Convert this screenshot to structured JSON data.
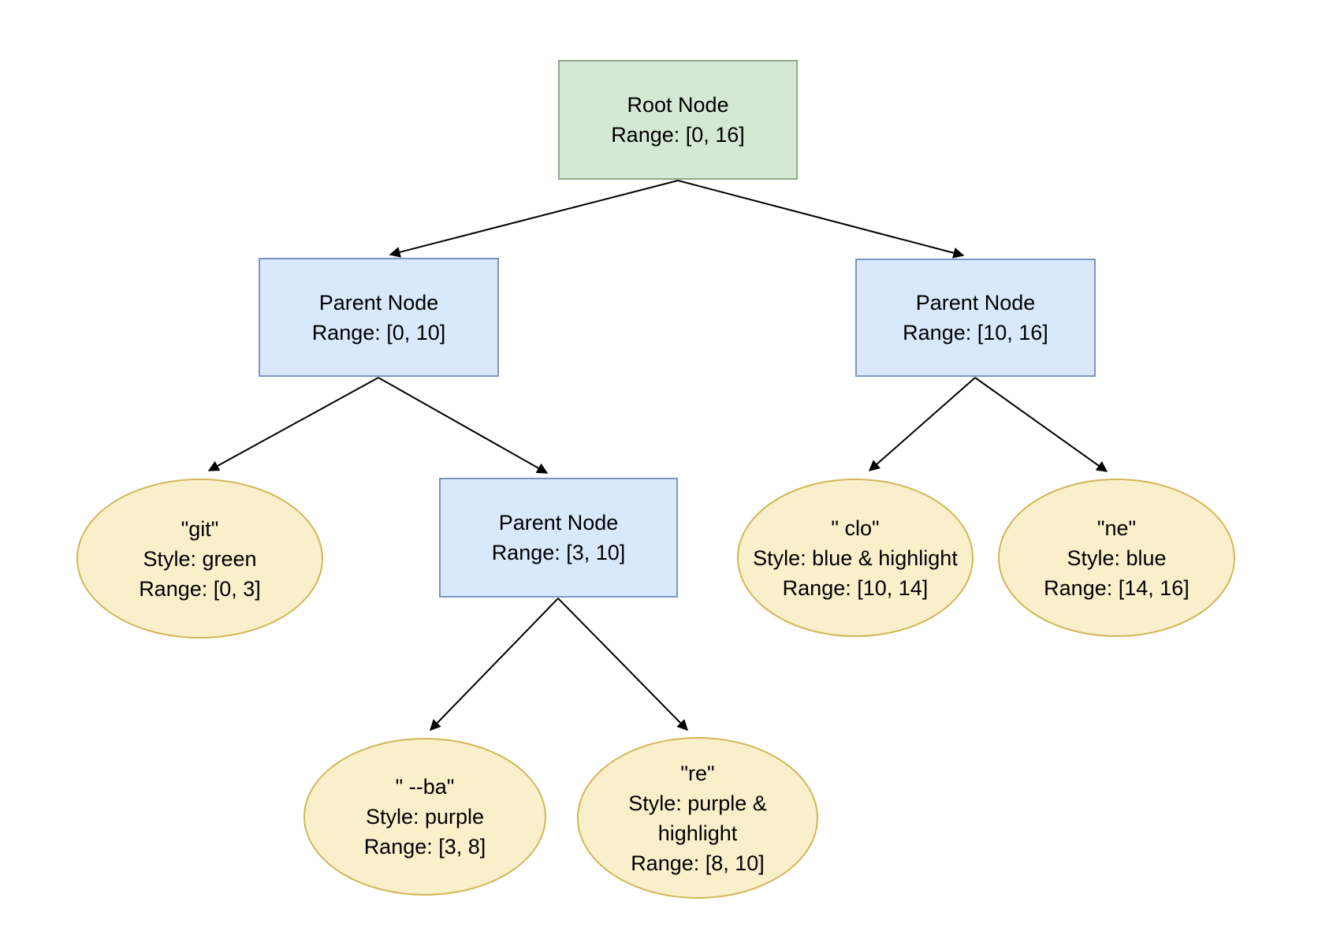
{
  "diagram": {
    "type": "tree",
    "background": "#ffffff",
    "colors": {
      "root_fill": "#d5e8d4",
      "root_stroke": "#8cac84",
      "parent_fill": "#dae8fc",
      "parent_stroke": "#7a96c0",
      "leaf_fill": "#f9efcb",
      "leaf_stroke": "#d2b656",
      "edge": "#000000",
      "text": "#000000"
    },
    "nodes": {
      "root": {
        "shape": "rectangle",
        "color_role": "green",
        "lines": [
          "Root Node",
          "Range: [0, 16]"
        ]
      },
      "parent_left": {
        "shape": "rectangle",
        "color_role": "blue",
        "lines": [
          "Parent Node",
          "Range: [0, 10]"
        ]
      },
      "parent_right": {
        "shape": "rectangle",
        "color_role": "blue",
        "lines": [
          "Parent Node",
          "Range: [10, 16]"
        ]
      },
      "parent_mid": {
        "shape": "rectangle",
        "color_role": "blue",
        "lines": [
          "Parent Node",
          "Range: [3, 10]"
        ]
      },
      "leaf_git": {
        "shape": "ellipse",
        "color_role": "yellow",
        "lines": [
          "\"git\"",
          "Style: green",
          "Range: [0, 3]"
        ]
      },
      "leaf_clo": {
        "shape": "ellipse",
        "color_role": "yellow",
        "lines": [
          "\" clo\"",
          "Style: blue & highlight",
          "Range: [10, 14]"
        ]
      },
      "leaf_ne": {
        "shape": "ellipse",
        "color_role": "yellow",
        "lines": [
          "\"ne\"",
          "Style: blue",
          "Range: [14, 16]"
        ]
      },
      "leaf_ba": {
        "shape": "ellipse",
        "color_role": "yellow",
        "lines": [
          "\" --ba\"",
          "Style: purple",
          "Range: [3, 8]"
        ]
      },
      "leaf_re": {
        "shape": "ellipse",
        "color_role": "yellow",
        "lines": [
          "\"re\"",
          "Style: purple &",
          "highlight",
          "Range: [8, 10]"
        ]
      }
    },
    "edges": [
      {
        "from": "root",
        "to": "parent_left"
      },
      {
        "from": "root",
        "to": "parent_right"
      },
      {
        "from": "parent_left",
        "to": "leaf_git"
      },
      {
        "from": "parent_left",
        "to": "parent_mid"
      },
      {
        "from": "parent_right",
        "to": "leaf_clo"
      },
      {
        "from": "parent_right",
        "to": "leaf_ne"
      },
      {
        "from": "parent_mid",
        "to": "leaf_ba"
      },
      {
        "from": "parent_mid",
        "to": "leaf_re"
      }
    ]
  }
}
